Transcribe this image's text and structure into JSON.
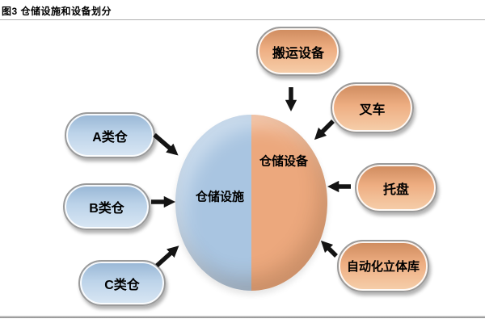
{
  "page": {
    "title": "图3 仓储设施和设备划分"
  },
  "diagram": {
    "center": {
      "left_label": "仓储设施",
      "right_label": "仓储设备"
    },
    "left_nodes": [
      {
        "label": "A类仓"
      },
      {
        "label": "B类仓"
      },
      {
        "label": "C类仓"
      }
    ],
    "right_nodes": [
      {
        "label": "搬运设备"
      },
      {
        "label": "叉车"
      },
      {
        "label": "托盘"
      },
      {
        "label": "自动化立体库"
      }
    ]
  },
  "colors": {
    "circle_blue": "#a9c5e1",
    "circle_orange": "#eca87d",
    "node_blue_top": "#97b6d5",
    "node_blue_bottom": "#d9e7f4",
    "node_orange_top": "#cd8a5d",
    "node_orange_bottom": "#f6cfab",
    "arrow_black": "#141414",
    "border_gray": "#9b9b9b"
  }
}
